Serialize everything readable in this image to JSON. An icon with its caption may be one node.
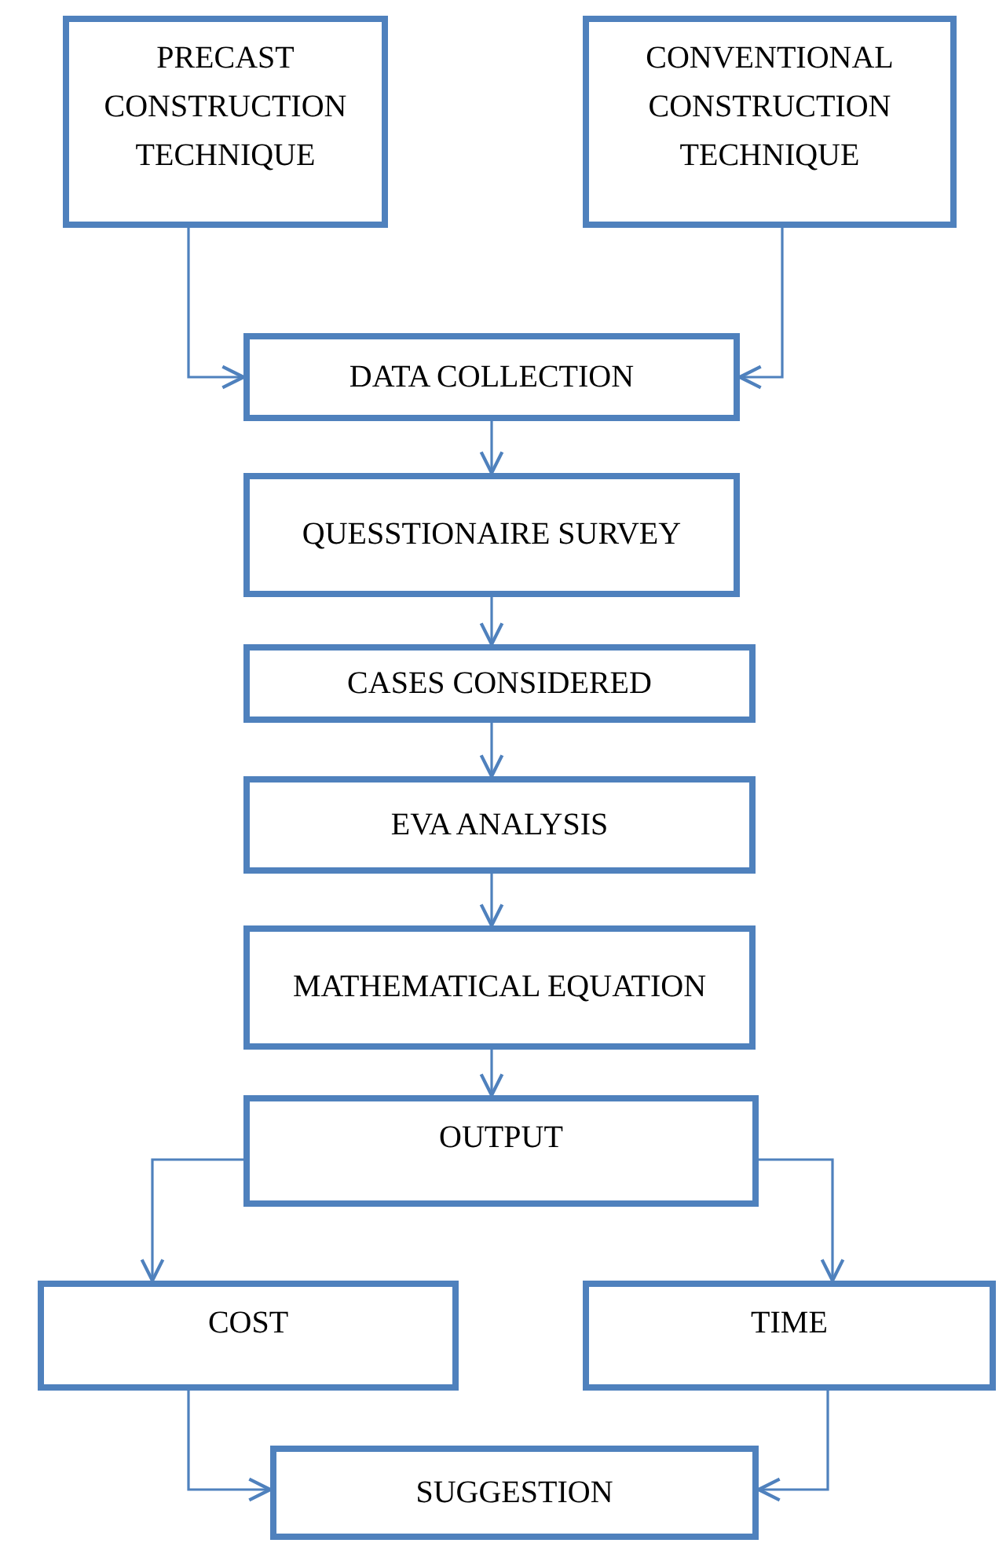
{
  "diagram": {
    "nodes": [
      {
        "text": [
          "PRECAST CONSTRUCTION TECHNIQUE"
        ]
      },
      {
        "text": [
          "CONVENTIONAL CONSTRUCTION TECHNIQUE"
        ]
      },
      {
        "text": [
          "DATA COLLECTION"
        ]
      },
      {
        "text": [
          "QUESSTIONAIRE SURVEY"
        ]
      },
      {
        "text": [
          "CASES CONSIDERED"
        ]
      },
      {
        "text": [
          "EVA ANALYSIS"
        ]
      },
      {
        "text": [
          "MATHEMATICAL EQUATION"
        ]
      },
      {
        "text": [
          "OUTPUT"
        ]
      },
      {
        "text": [
          "COST"
        ]
      },
      {
        "text": [
          "TIME"
        ]
      },
      {
        "text": [
          "SUGGESTION"
        ]
      }
    ],
    "edges": [
      {
        "from": 0,
        "to": 2,
        "arrow": "to"
      },
      {
        "from": 1,
        "to": 2,
        "arrow": "to"
      },
      {
        "from": 2,
        "to": 3,
        "arrow": "to"
      },
      {
        "from": 3,
        "to": 4,
        "arrow": "to"
      },
      {
        "from": 4,
        "to": 5,
        "arrow": "to"
      },
      {
        "from": 5,
        "to": 6,
        "arrow": "to"
      },
      {
        "from": 6,
        "to": 7,
        "arrow": "to"
      },
      {
        "from": 7,
        "to": 8,
        "arrow": "to"
      },
      {
        "from": 7,
        "to": 9,
        "arrow": "to"
      },
      {
        "from": 8,
        "to": 10,
        "arrow": "to"
      },
      {
        "from": 9,
        "to": 10,
        "arrow": "to"
      }
    ]
  }
}
